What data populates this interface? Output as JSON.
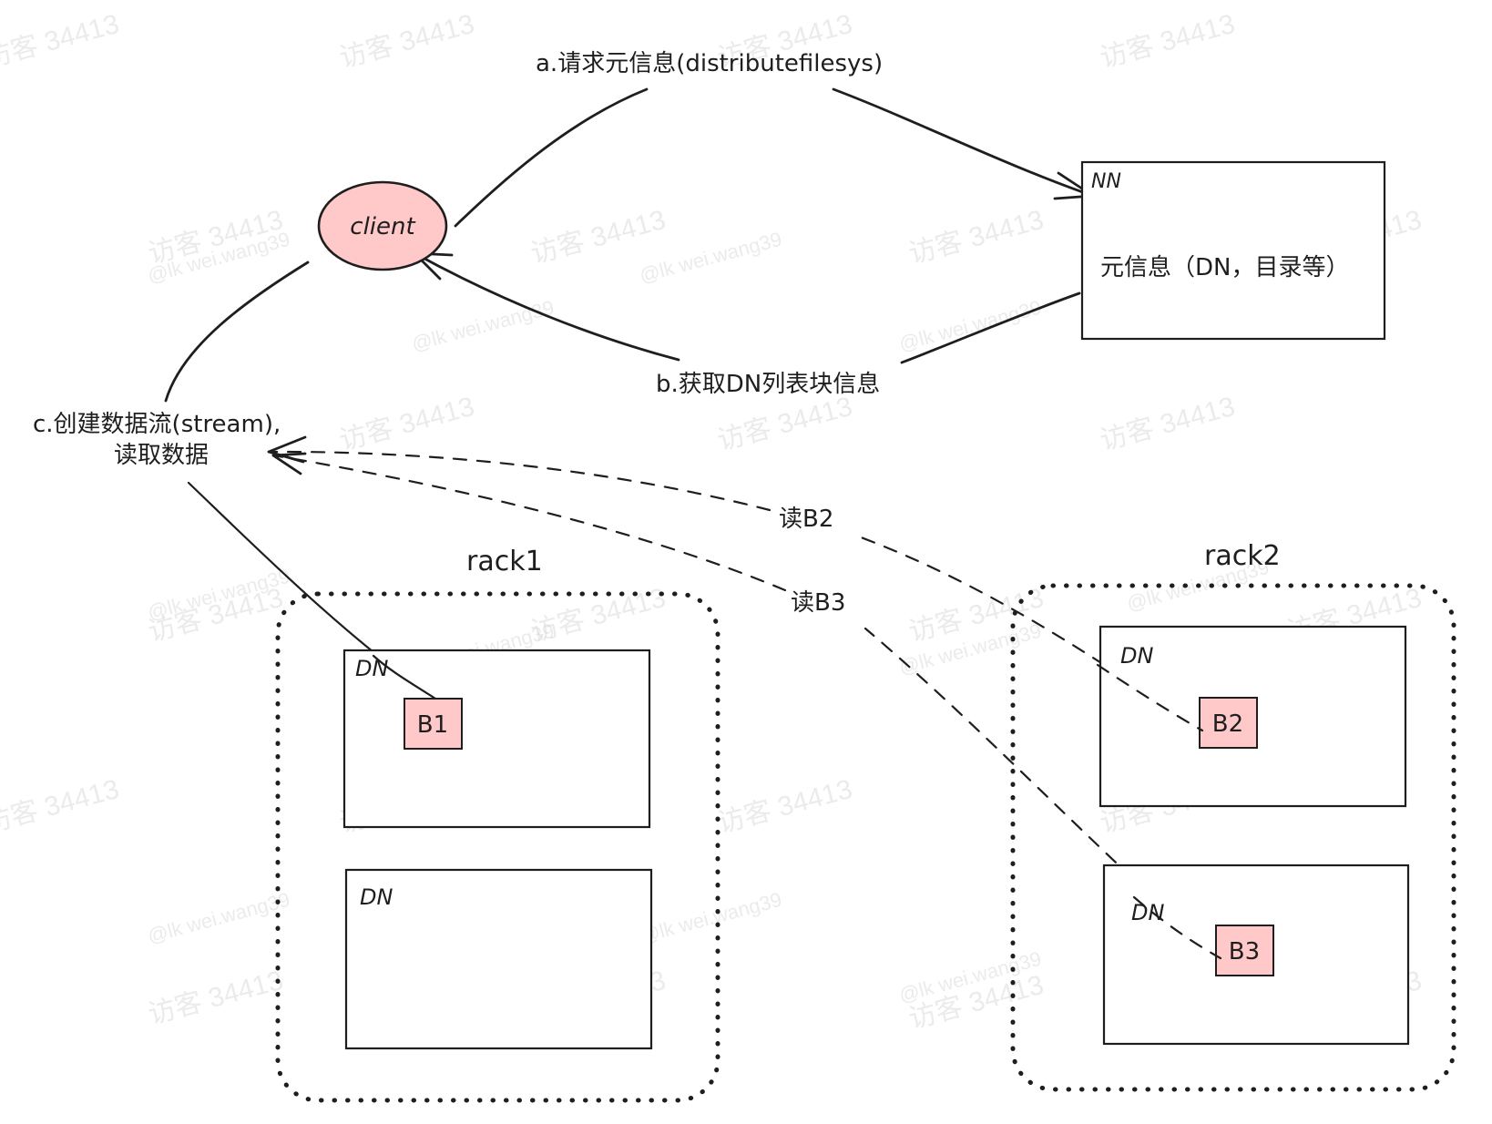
{
  "diagram": {
    "nodes": {
      "client": {
        "label": "client",
        "fill": "#ffc9c9"
      },
      "nn": {
        "tag": "NN",
        "content": "元信息（DN，目录等）"
      },
      "rack1": {
        "label": "rack1",
        "dn_top": {
          "tag": "DN",
          "block": "B1"
        },
        "dn_bottom": {
          "tag": "DN"
        }
      },
      "rack2": {
        "label": "rack2",
        "dn_top": {
          "tag": "DN",
          "block": "B2"
        },
        "dn_bottom": {
          "tag": "DN",
          "block": "B3"
        }
      }
    },
    "edges": {
      "a": {
        "label": "a.请求元信息(distributefilesys)",
        "from": "client",
        "to": "NN"
      },
      "b": {
        "label": "b.获取DN列表块信息",
        "from": "NN",
        "to": "client"
      },
      "c": {
        "label_line1": "c.创建数据流(stream),",
        "label_line2": "读取数据",
        "from": "client",
        "to": "B1"
      },
      "read_b2": {
        "label": "读B2",
        "from": "B2",
        "to": "c",
        "style": "dashed"
      },
      "read_b3": {
        "label": "读B3",
        "from": "B3",
        "to": "c",
        "style": "dashed"
      }
    },
    "colors": {
      "block_fill": "#ffc9c9",
      "stroke": "#1e1e1e"
    }
  },
  "watermarks": {
    "visitor": "访客 34413",
    "user": "@lk wei.wang39"
  }
}
